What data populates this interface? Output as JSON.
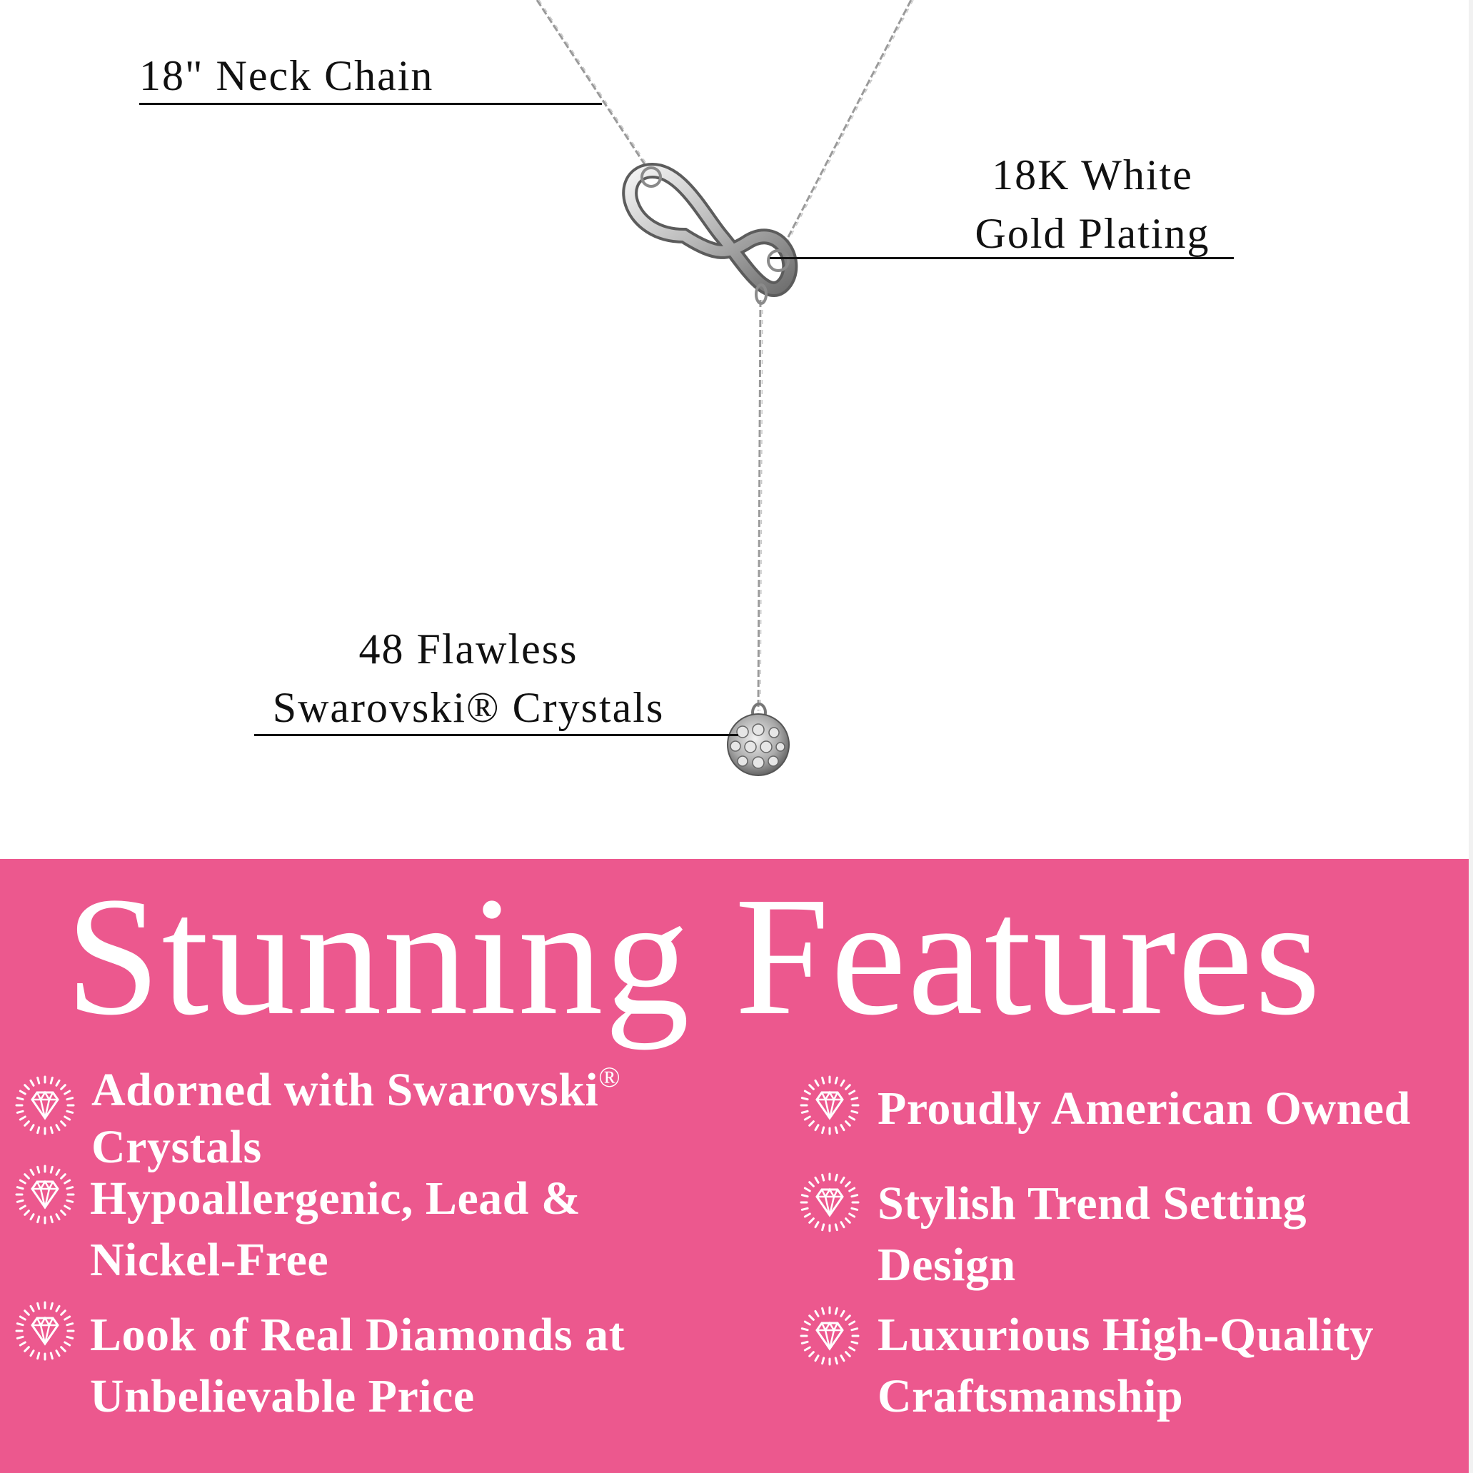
{
  "colors": {
    "background": "#ffffff",
    "accent_pink": "#EC588E",
    "text_dark": "#111111",
    "text_light": "#ffffff"
  },
  "callouts": [
    {
      "lines": [
        "18\" Neck Chain"
      ]
    },
    {
      "lines": [
        "18K White",
        "Gold Plating"
      ]
    },
    {
      "lines": [
        "48 Flawless",
        "Swarovski® Crystals"
      ]
    }
  ],
  "banner": {
    "headline": "Stunning Features",
    "features": [
      {
        "icon": "diamond-sunburst-icon",
        "lines": [
          "Adorned with Swarovski",
          "Crystals"
        ],
        "superscript": "®"
      },
      {
        "icon": "diamond-sunburst-icon",
        "lines": [
          "Hypoallergenic, Lead &",
          "Nickel-Free"
        ]
      },
      {
        "icon": "diamond-sunburst-icon",
        "lines": [
          "Look of Real Diamonds at",
          "Unbelievable Price"
        ]
      },
      {
        "icon": "diamond-sunburst-icon",
        "lines": [
          "Proudly American Owned"
        ]
      },
      {
        "icon": "diamond-sunburst-icon",
        "lines": [
          "Stylish Trend Setting",
          "Design"
        ]
      },
      {
        "icon": "diamond-sunburst-icon",
        "lines": [
          "Luxurious High-Quality",
          "Craftsmanship"
        ]
      }
    ]
  }
}
